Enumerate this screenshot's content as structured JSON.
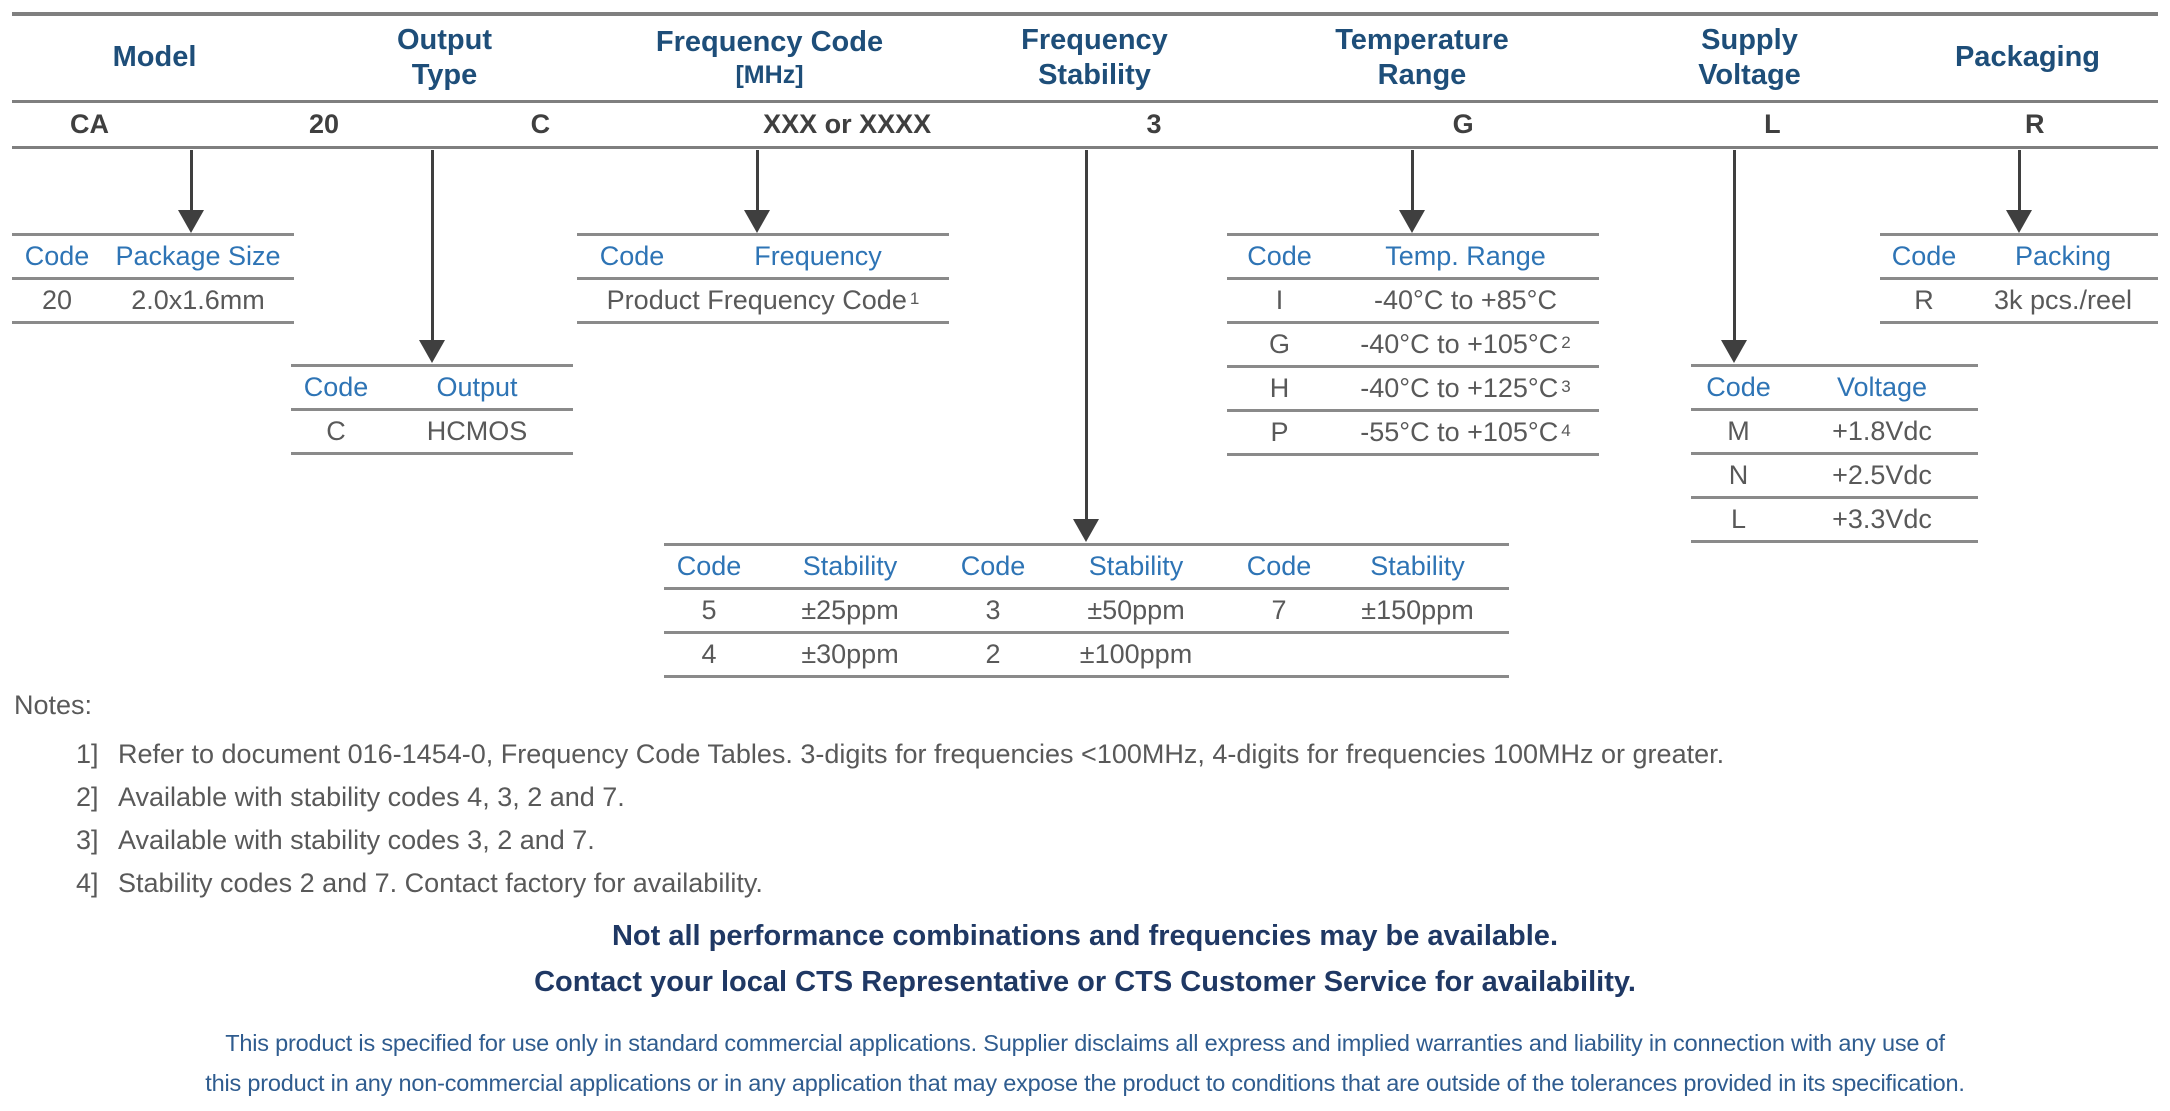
{
  "palette": {
    "header_navy": "#1E4E79",
    "subheader_blue": "#2E74B5",
    "value_gray": "#595959",
    "codes_dark": "#3F3F3F",
    "line_gray": "#8A8A8A",
    "bold_navy": "#1F3864",
    "disclaimer_blue": "#2F5C8F"
  },
  "part_number_table": {
    "columns": [
      {
        "id": "model",
        "header_line1": "Model",
        "header_line2": "",
        "codes": [
          "CA",
          "20"
        ]
      },
      {
        "id": "output_type",
        "header_line1": "Output",
        "header_line2": "Type",
        "codes": [
          "C"
        ]
      },
      {
        "id": "frequency_code",
        "header_line1": "Frequency Code",
        "header_line2": "[MHz]",
        "codes": [
          "XXX or XXXX"
        ]
      },
      {
        "id": "frequency_stability",
        "header_line1": "Frequency",
        "header_line2": "Stability",
        "codes": [
          "3"
        ]
      },
      {
        "id": "temperature_range",
        "header_line1": "Temperature",
        "header_line2": "Range",
        "codes": [
          "G"
        ]
      },
      {
        "id": "supply_voltage",
        "header_line1": "Supply",
        "header_line2": "Voltage",
        "codes": [
          "L"
        ]
      },
      {
        "id": "packaging",
        "header_line1": "Packaging",
        "header_line2": "",
        "codes": [
          "R"
        ]
      }
    ]
  },
  "code_tables": {
    "model": {
      "headers": [
        "Code",
        "Package Size"
      ],
      "rows": [
        {
          "code": "20",
          "value": "2.0x1.6mm"
        }
      ]
    },
    "output": {
      "headers": [
        "Code",
        "Output"
      ],
      "rows": [
        {
          "code": "C",
          "value": "HCMOS"
        }
      ]
    },
    "frequency": {
      "headers": [
        "Code",
        "Frequency"
      ],
      "rows": [
        {
          "value": "Product Frequency Code",
          "sup": "1"
        }
      ]
    },
    "stability": {
      "headers": [
        "Code",
        "Stability",
        "Code",
        "Stability",
        "Code",
        "Stability"
      ],
      "rows": [
        [
          "5",
          "±25ppm",
          "3",
          "±50ppm",
          "7",
          "±150ppm"
        ],
        [
          "4",
          "±30ppm",
          "2",
          "±100ppm",
          "",
          ""
        ]
      ]
    },
    "temperature": {
      "headers": [
        "Code",
        "Temp. Range"
      ],
      "rows": [
        {
          "code": "I",
          "value": "-40°C to +85°C",
          "sup": ""
        },
        {
          "code": "G",
          "value": "-40°C to +105°C",
          "sup": "2"
        },
        {
          "code": "H",
          "value": "-40°C to +125°C",
          "sup": "3"
        },
        {
          "code": "P",
          "value": "-55°C to +105°C",
          "sup": "4"
        }
      ]
    },
    "voltage": {
      "headers": [
        "Code",
        "Voltage"
      ],
      "rows": [
        {
          "code": "M",
          "value": "+1.8Vdc"
        },
        {
          "code": "N",
          "value": "+2.5Vdc"
        },
        {
          "code": "L",
          "value": "+3.3Vdc"
        }
      ]
    },
    "packaging": {
      "headers": [
        "Code",
        "Packing"
      ],
      "rows": [
        {
          "code": "R",
          "value": "3k pcs./reel"
        }
      ]
    }
  },
  "notes": {
    "title": "Notes:",
    "items": [
      {
        "label": "1]",
        "text": "Refer to document 016-1454-0, Frequency Code Tables.  3-digits for frequencies <100MHz, 4-digits for frequencies 100MHz or greater."
      },
      {
        "label": "2]",
        "text": "Available with stability codes 4, 3, 2 and 7."
      },
      {
        "label": "3]",
        "text": "Available with stability codes 3, 2 and 7."
      },
      {
        "label": "4]",
        "text": "Stability codes 2 and 7.  Contact factory for availability."
      }
    ]
  },
  "availability_notice": {
    "line1": "Not all performance combinations and frequencies may be available.",
    "line2": "Contact your local CTS Representative or CTS Customer Service for availability."
  },
  "disclaimer": {
    "line1": "This product is specified for use only in standard commercial applications.  Supplier disclaims all express and implied warranties and liability in connection with any use of",
    "line2": "this product in any non-commercial applications or in any application that may expose the product to conditions that are outside of the tolerances provided in its specification."
  }
}
